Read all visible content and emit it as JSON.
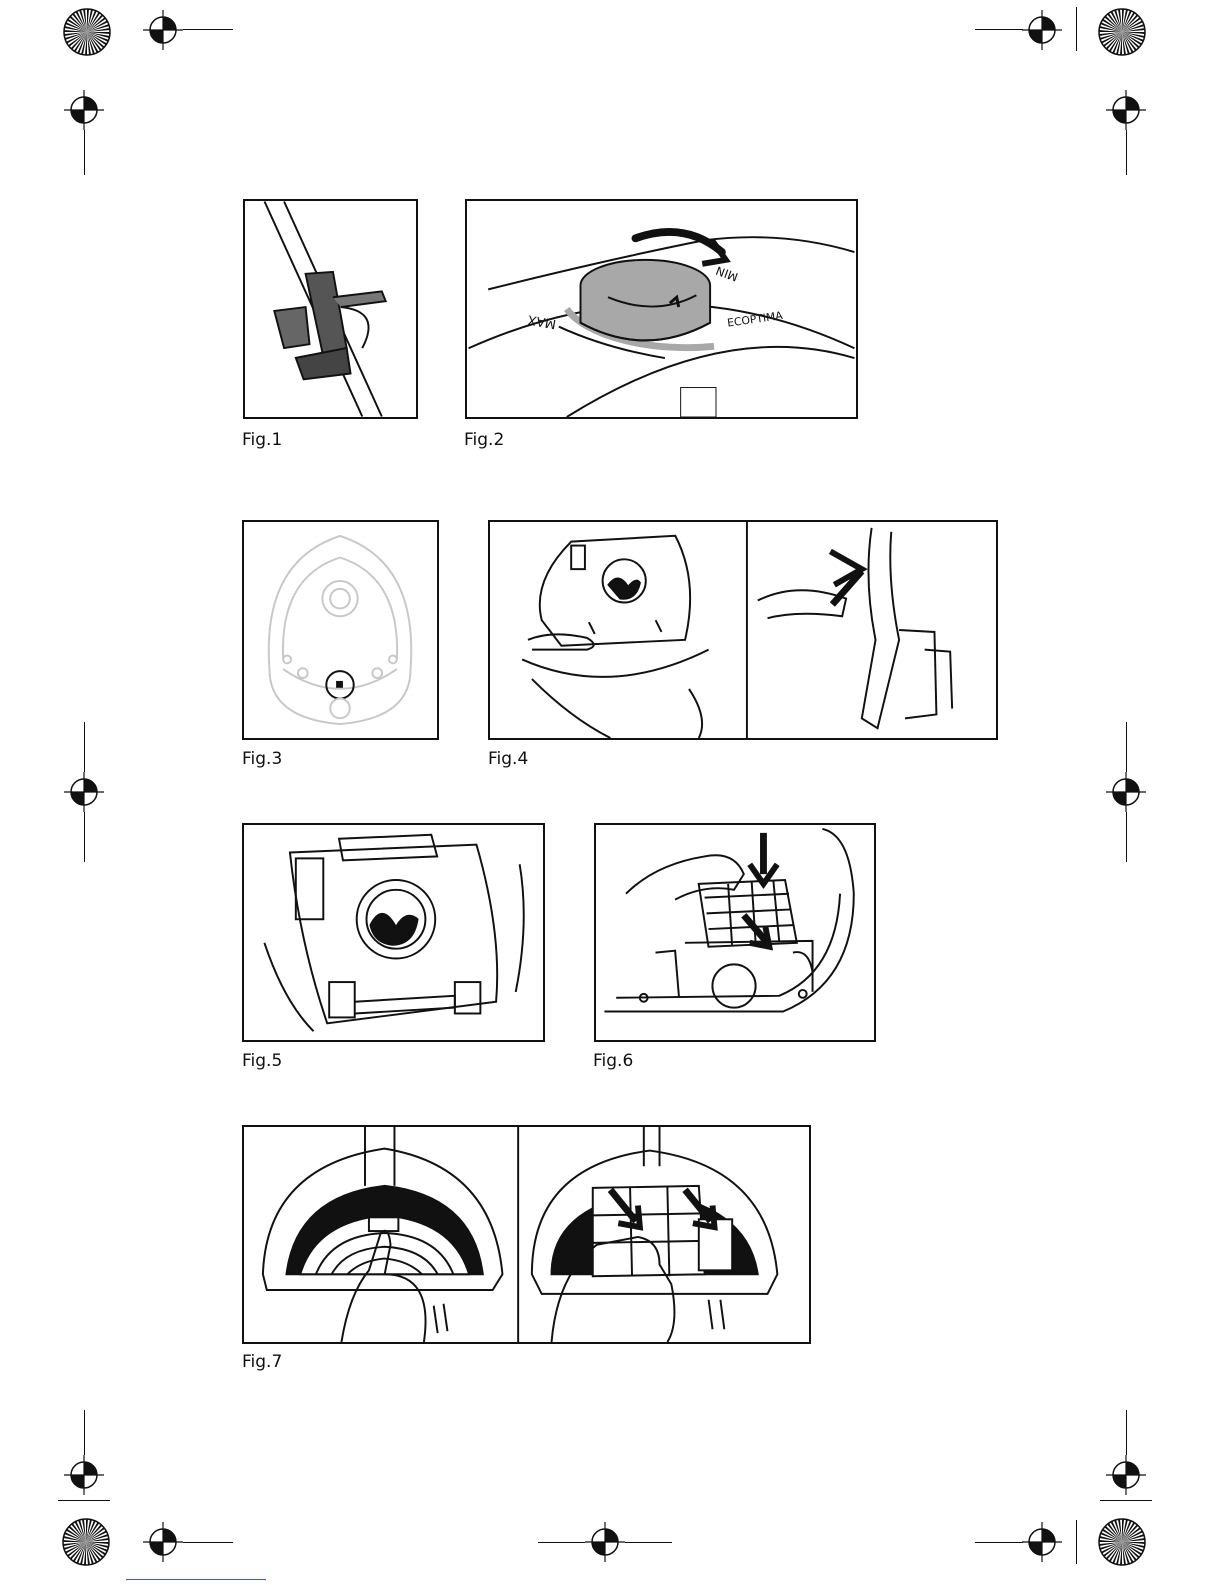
{
  "figures": {
    "fig1": {
      "caption": "Fig.1",
      "icon": "vacuum-tube-clip"
    },
    "fig2": {
      "caption": "Fig.2",
      "icon": "power-dial",
      "dial_labels": {
        "max": "MAX",
        "min": "MIN",
        "eco": "ECOPTIMA"
      }
    },
    "fig3": {
      "caption": "Fig.3",
      "icon": "vacuum-body-top-view"
    },
    "fig4": {
      "caption": "Fig.4",
      "icon": "bag-removal"
    },
    "fig5": {
      "caption": "Fig.5",
      "icon": "bag-holder"
    },
    "fig6": {
      "caption": "Fig.6",
      "icon": "filter-insertion"
    },
    "fig7": {
      "caption": "Fig.7",
      "icon": "filter-removal"
    }
  },
  "colors": {
    "ink": "#111111",
    "dial_grey": "#a8a8a8",
    "light_line": "#c8c8c8"
  }
}
